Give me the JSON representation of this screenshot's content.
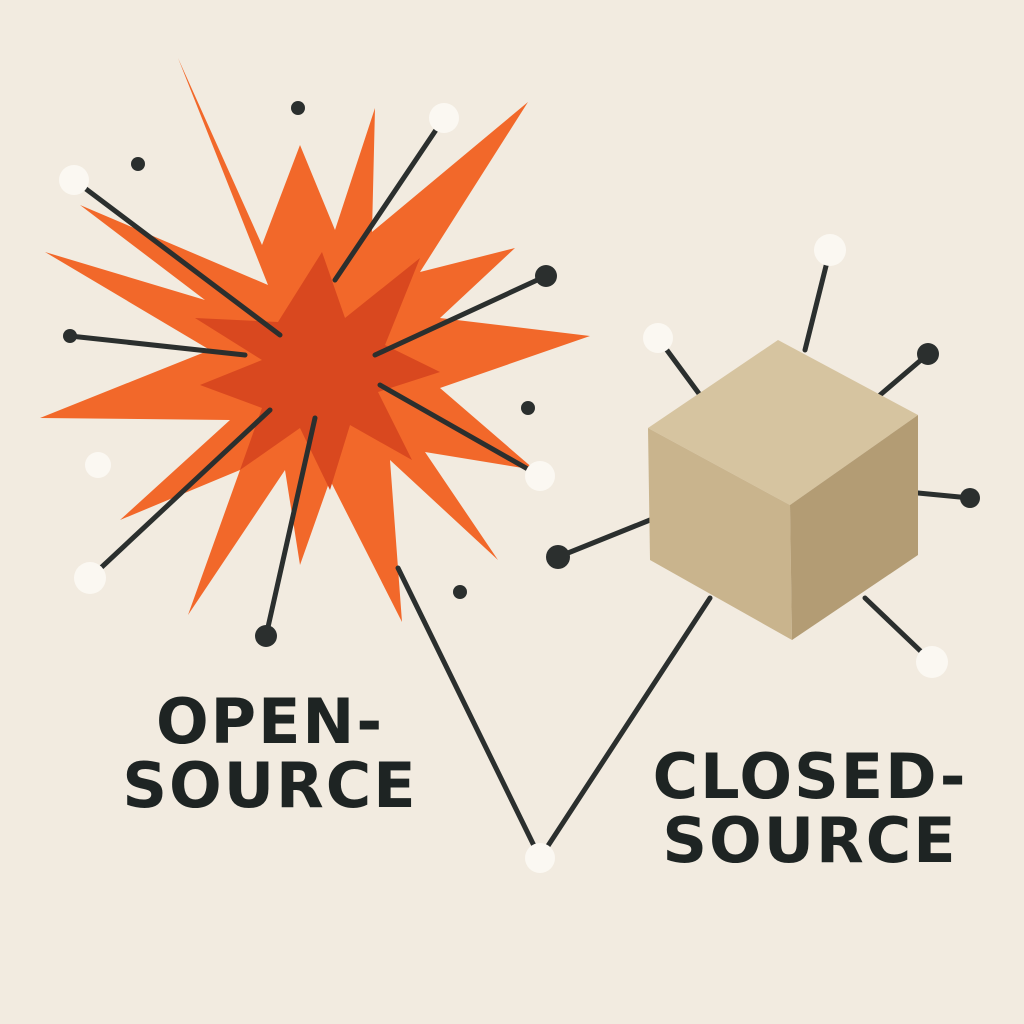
{
  "labels": {
    "open_line1": "OPEN-",
    "open_line2": "SOURCE",
    "closed_line1": "CLOSED-",
    "closed_line2": "SOURCE"
  },
  "colors": {
    "background": "#f2ebe0",
    "burst_outer": "#f2682a",
    "burst_inner": "#d9481f",
    "cube_top": "#d6c4a0",
    "cube_left": "#c9b48d",
    "cube_right": "#b39c74",
    "line": "#2b2f2e",
    "node_dark": "#2b2f2e",
    "node_light": "#fbf8f2",
    "text": "#1e2423"
  },
  "icons": {
    "open_source": "explosion-burst-icon",
    "closed_source": "closed-box-cube-icon"
  }
}
